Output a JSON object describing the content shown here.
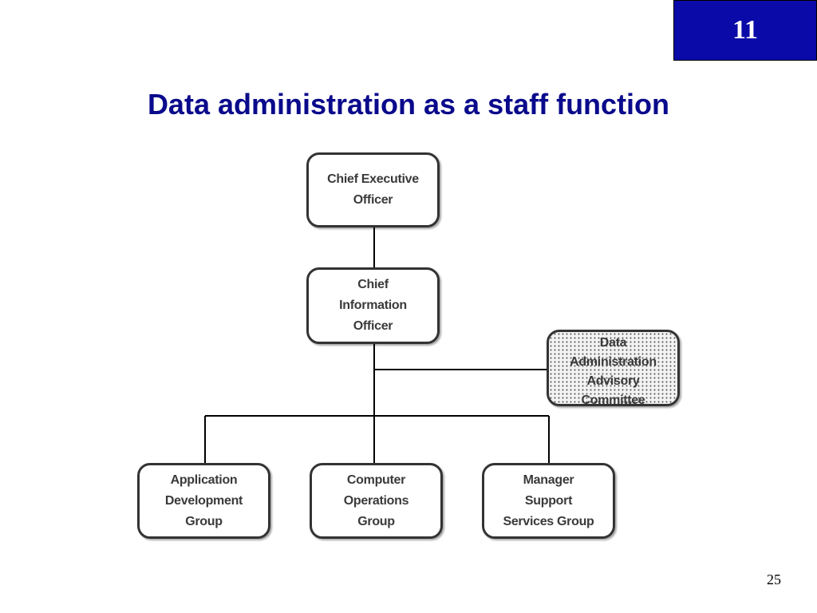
{
  "header": {
    "chapter_number": "11",
    "title": "Data administration as a staff function"
  },
  "org_chart": {
    "ceo": "Chief   Executive\nOfficer",
    "cio": "Chief\nInformation\nOfficer",
    "advisory_committee": "Data\nAdministration\nAdvisory\nCommittee",
    "app_dev_group": "Application\nDevelopment\nGroup",
    "computer_ops_group": "Computer\nOperations\nGroup",
    "mgr_support_group": "Manager\nSupport\nServices   Group"
  },
  "footer": {
    "page_number": "25"
  }
}
